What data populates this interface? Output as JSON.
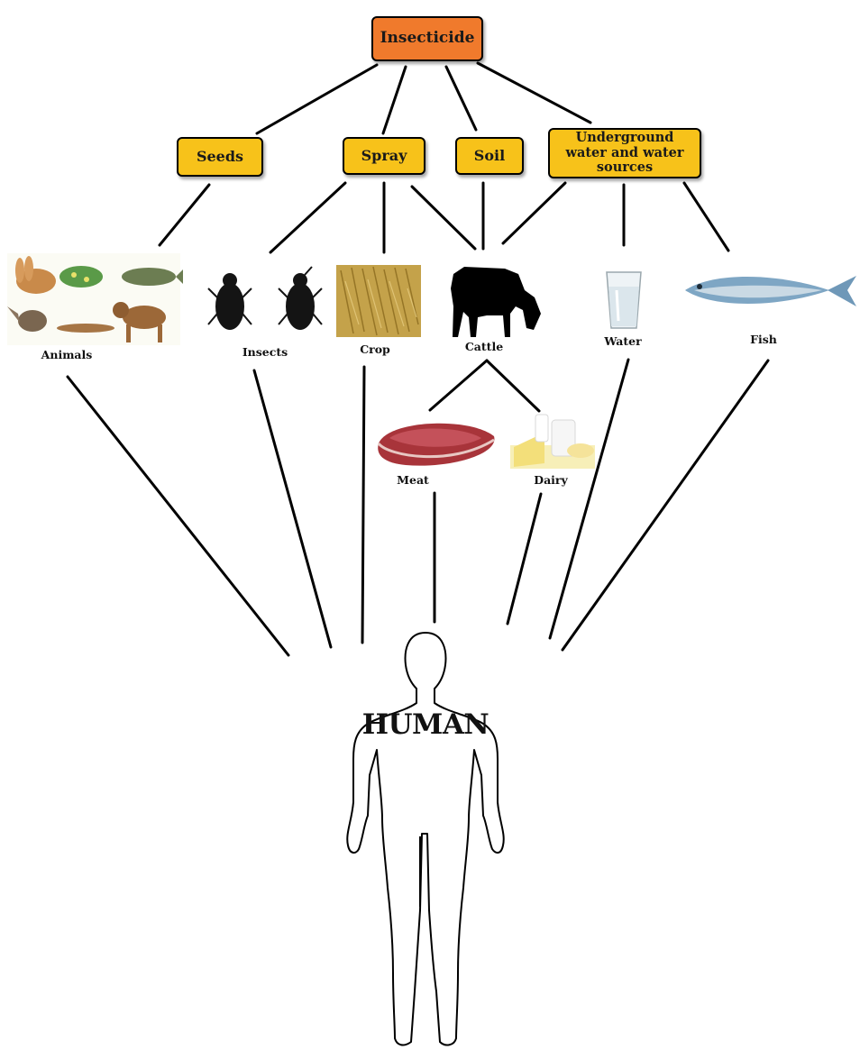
{
  "root": {
    "label": "Insecticide"
  },
  "sources": [
    {
      "id": "seeds",
      "label": "Seeds"
    },
    {
      "id": "spray",
      "label": "Spray"
    },
    {
      "id": "soil",
      "label": "Soil"
    },
    {
      "id": "water_sources",
      "label": "Underground water and water sources"
    }
  ],
  "items": [
    {
      "id": "animals",
      "label": "Animals",
      "icon": "animals-icon"
    },
    {
      "id": "insects",
      "label": "Insects",
      "icon": "beetle-icon"
    },
    {
      "id": "crop",
      "label": "Crop",
      "icon": "wheat-icon"
    },
    {
      "id": "cattle",
      "label": "Cattle",
      "icon": "cow-icon"
    },
    {
      "id": "water",
      "label": "Water",
      "icon": "water-glass-icon"
    },
    {
      "id": "fish",
      "label": "Fish",
      "icon": "fish-icon"
    },
    {
      "id": "meat",
      "label": "Meat",
      "icon": "meat-icon"
    },
    {
      "id": "dairy",
      "label": "Dairy",
      "icon": "dairy-icon"
    }
  ],
  "human": {
    "label": "HUMAN",
    "icon": "human-outline-icon"
  },
  "edges": [
    [
      "root",
      "seeds"
    ],
    [
      "root",
      "spray"
    ],
    [
      "root",
      "soil"
    ],
    [
      "root",
      "water_sources"
    ],
    [
      "seeds",
      "animals"
    ],
    [
      "spray",
      "insects"
    ],
    [
      "spray",
      "crop"
    ],
    [
      "spray",
      "cattle"
    ],
    [
      "soil",
      "cattle"
    ],
    [
      "water_sources",
      "cattle"
    ],
    [
      "water_sources",
      "water"
    ],
    [
      "water_sources",
      "fish"
    ],
    [
      "cattle",
      "meat"
    ],
    [
      "cattle",
      "dairy"
    ],
    [
      "animals",
      "human"
    ],
    [
      "insects",
      "human"
    ],
    [
      "crop",
      "human"
    ],
    [
      "meat",
      "human"
    ],
    [
      "dairy",
      "human"
    ],
    [
      "water",
      "human"
    ],
    [
      "fish",
      "human"
    ]
  ],
  "colors": {
    "root": "#f07a2c",
    "source": "#f7c21a",
    "line": "#000000"
  }
}
